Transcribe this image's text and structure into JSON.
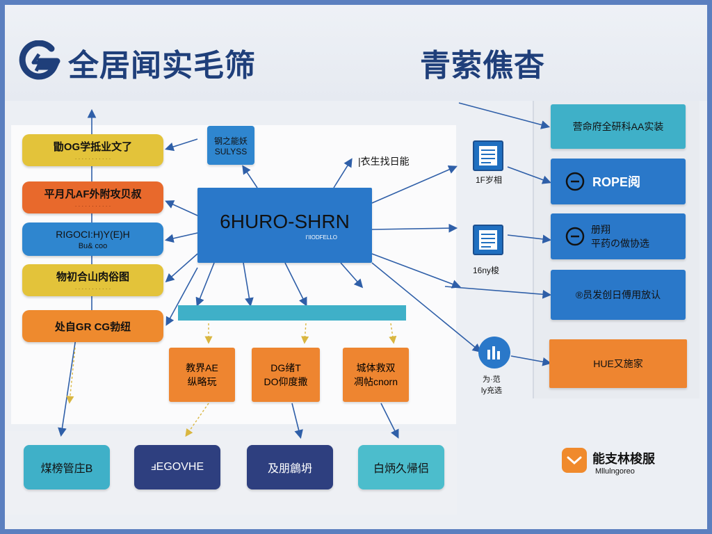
{
  "header": {
    "title_left": "全居闻实毛筛",
    "title_right": "青萦僬杳"
  },
  "left_column": [
    {
      "main": "勖OG学抵业文了",
      "sub": "",
      "color": "#e3c33a"
    },
    {
      "main": "平月凡AF外附攻贝叔",
      "sub": "",
      "color": "#e8692c"
    },
    {
      "main": "RIGOCI:H)Y(E)H",
      "sub": "Bu& coo",
      "color": "#2f86cf"
    },
    {
      "main": "物初合山肉俗图",
      "sub": "",
      "color": "#e3c33a"
    },
    {
      "main": "处自GR CG勃纽",
      "sub": "",
      "color": "#ee8a2e"
    }
  ],
  "small_top_box": {
    "line1": "钢之能妖",
    "line2": "SULYSS"
  },
  "central": {
    "title": "6HURO-SHRN",
    "subtitle": "I'IIODFELLO"
  },
  "top_annotation": "|衣生找日能",
  "orange_boxes": [
    {
      "line1": "教界AE",
      "line2": "纵略玩"
    },
    {
      "line1": "DG绪T",
      "line2": "DO仰度撒"
    },
    {
      "line1": "城体救双",
      "line2": "凋帖cnorn"
    }
  ],
  "bottom_boxes": [
    {
      "label": "煤榜管庄B",
      "color": "#3fb0c8",
      "text_color": "#111"
    },
    {
      "label": "ⅎEGOVHE",
      "color": "#2e3f7f",
      "text_color": "#ffffff"
    },
    {
      "label": "及朋鶬坍",
      "color": "#2e3f7f",
      "text_color": "#ffffff"
    },
    {
      "label": "白炳久帰侣",
      "color": "#4cbdcc",
      "text_color": "#111"
    }
  ],
  "icons": [
    {
      "label": "1F岁相"
    },
    {
      "label": "16ny梭"
    },
    {
      "label": "为·范",
      "label2": "ly充选"
    }
  ],
  "right_boxes": [
    {
      "label": "营命府全研科AA实装",
      "color": "#3fb0c8",
      "text_color": "#111"
    },
    {
      "label": "ROPE阅",
      "sub": "",
      "color": "#2a78c9",
      "text_color": "#fff"
    },
    {
      "label": "册翔",
      "label2": "平药の做协选",
      "color": "#2a78c9",
      "text_color": "#111"
    },
    {
      "label": "®员发创日傅用放认",
      "color": "#2a78c9",
      "text_color": "#111"
    },
    {
      "label": "HUE又施家",
      "color": "#ee8530",
      "text_color": "#111"
    }
  ],
  "brand": {
    "name": "能支林梭服",
    "tagline": "Mllulngoreo",
    "accent": "#f08a2c"
  }
}
